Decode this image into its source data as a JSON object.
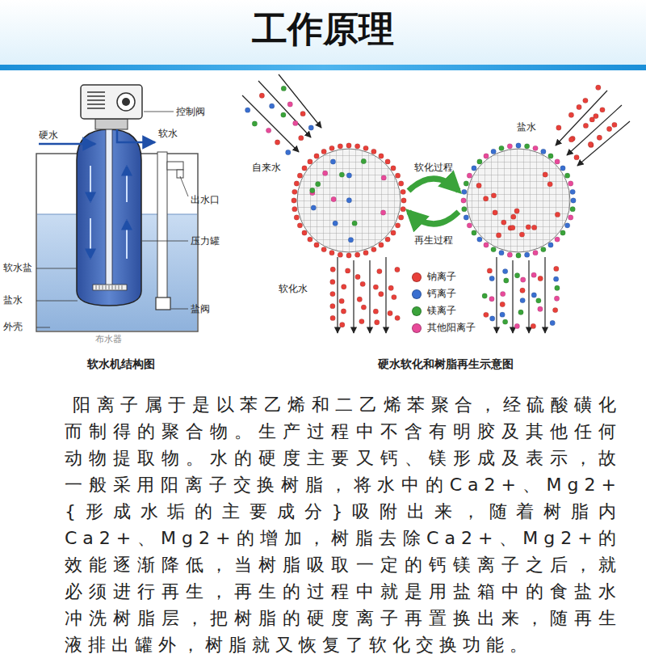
{
  "diagram": {
    "title": "工作原理",
    "labels": [
      "控制阀",
      "硬水",
      "软水",
      "出水口",
      "压力罐",
      "软水盐",
      "盐水",
      "外壳",
      "盐阀",
      "布水器",
      "软水机结构图",
      "自来水",
      "软化过程",
      "再生过程",
      "盐水",
      "软化水",
      "硬水软化和树脂再生示意图",
      "阳离子属于是以苯乙烯和二乙烯苯聚合，经硫酸磺化而制得的聚合物。生产过程中不含有明胶及其他任何动物提取物。水的硬度主要又钙、镁形成及表示，故一般采用阳离子交换树脂，将水中的Ca2+、Mg2+{形成水垢的主要成分}吸附出来，随着树脂内Ca2+、Mg2+的增加，树脂去除Ca2+、Mg2+的效能逐渐降低，当树脂吸取一定的钙镁离子之后，就必须进行再生，再生的过程中就是用盐箱中的食盐水冲洗树脂层，把树脂的硬度离子再置换出来，随再生液排出罐外，树脂就又恢复了软化交换功能。"
    ],
    "legend": [
      {
        "text": "钠离子",
        "color": "#e8403a"
      },
      {
        "text": "钙离子",
        "color": "#3a6fd0"
      },
      {
        "text": "镁离子",
        "color": "#3aa33a"
      },
      {
        "text": "其他阳离子",
        "color": "#e84a9a"
      }
    ]
  }
}
